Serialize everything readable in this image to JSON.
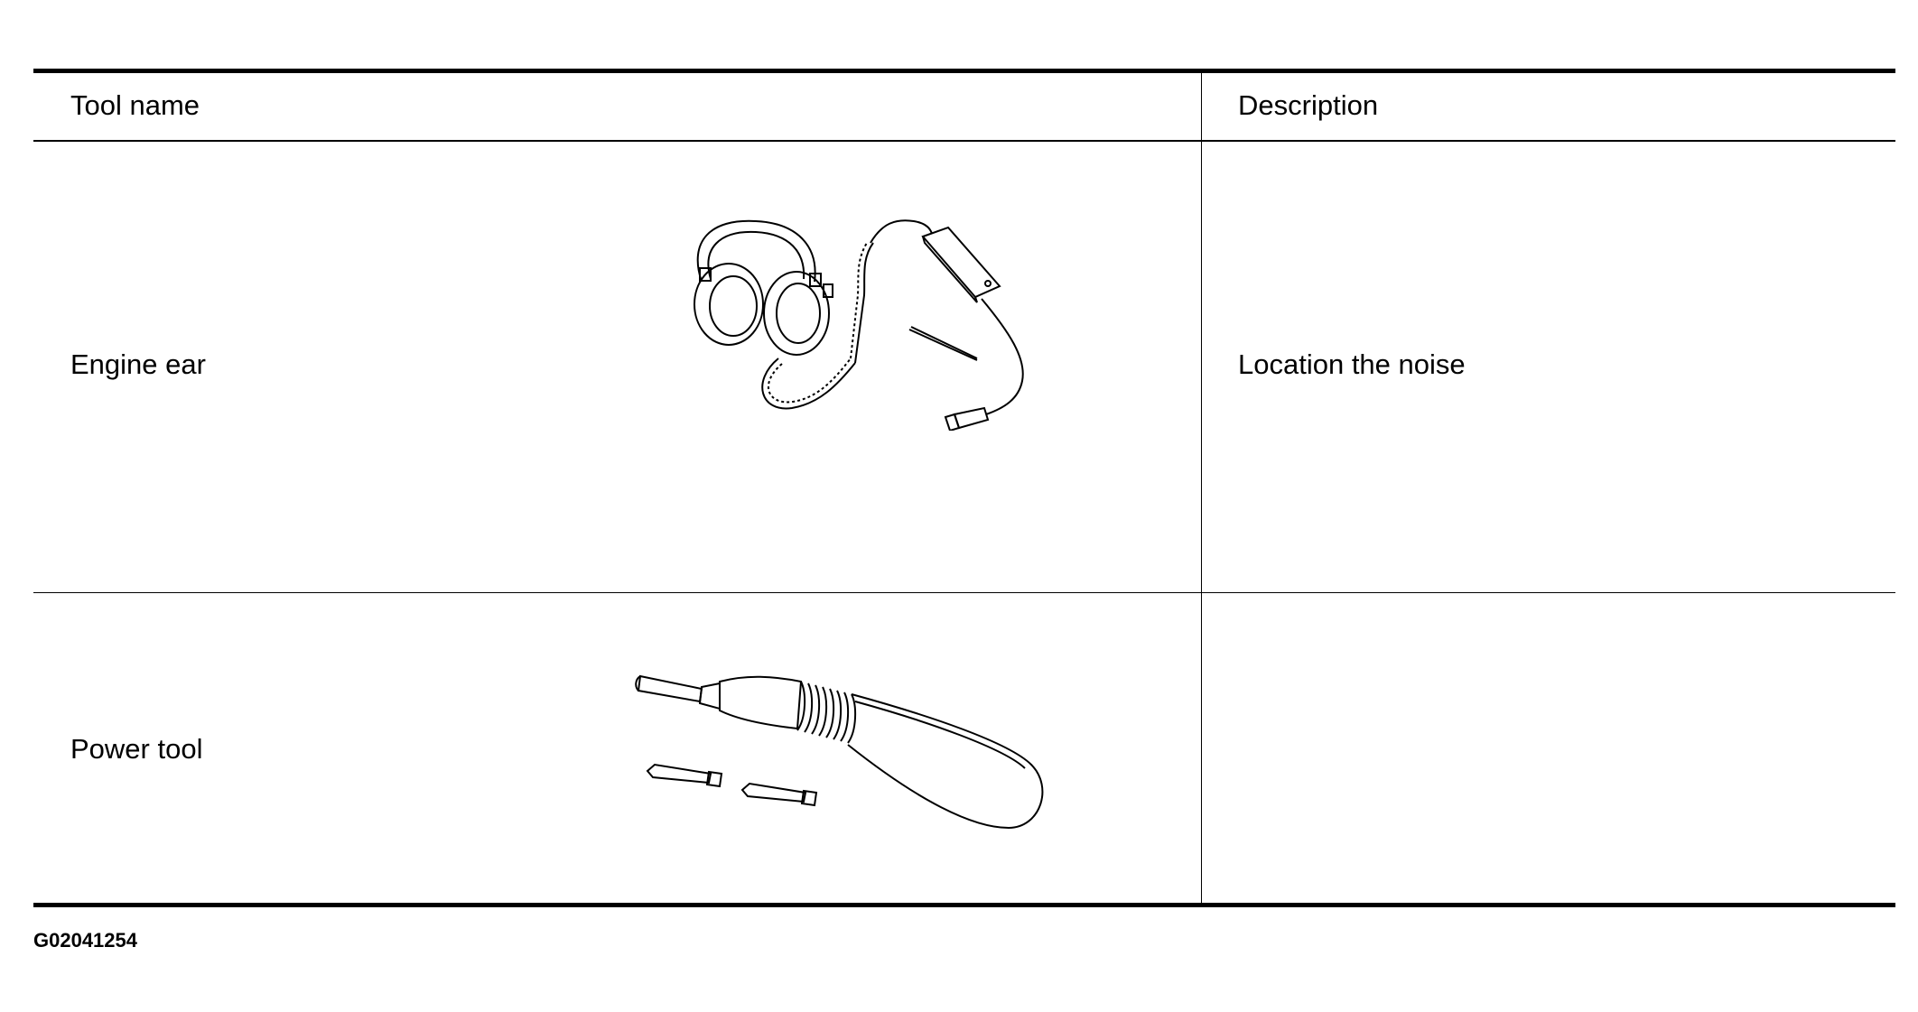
{
  "table": {
    "headers": {
      "tool_name": "Tool name",
      "description": "Description"
    },
    "rows": [
      {
        "tool_name": "Engine ear",
        "description": "Location the noise",
        "image_icon": "engine-ear-headphones"
      },
      {
        "tool_name": "Power tool",
        "description": "",
        "image_icon": "power-screwdriver"
      }
    ]
  },
  "figure_code": "G02041254"
}
